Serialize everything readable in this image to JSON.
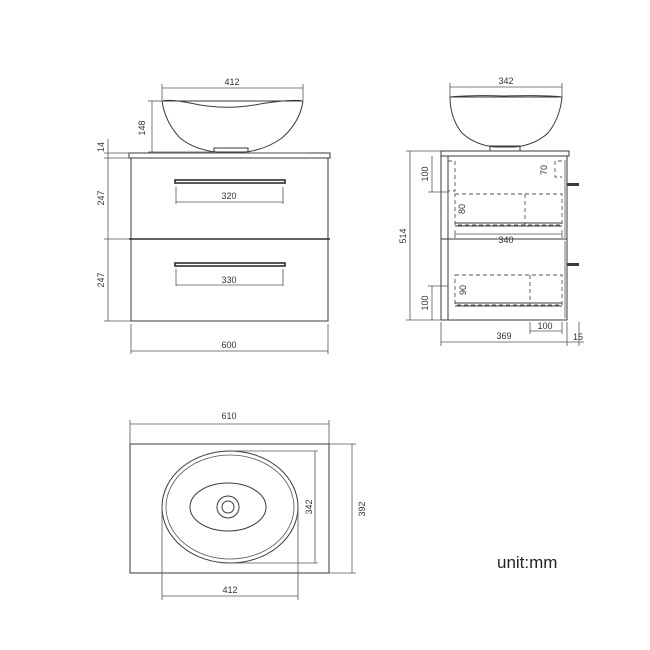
{
  "front_view": {
    "basin_width": "412",
    "basin_height": "148",
    "top_thickness": "14",
    "upper_drawer_height": "247",
    "lower_drawer_height": "247",
    "upper_handle": "320",
    "lower_handle": "330",
    "cabinet_width": "600"
  },
  "side_view": {
    "basin_depth": "342",
    "total_height": "514",
    "upper_top_offset": "100",
    "upper_drawer_inner": "70",
    "upper_drawer_box": "80",
    "drawer_depth": "340",
    "lower_drawer_box": "90",
    "lower_bottom_offset": "100",
    "cabinet_depth": "369",
    "rear_offset": "100",
    "front_thickness": "15"
  },
  "top_view": {
    "top_width": "610",
    "top_depth": "392",
    "basin_width": "412",
    "basin_depth": "342"
  },
  "unit_label": "unit:mm"
}
